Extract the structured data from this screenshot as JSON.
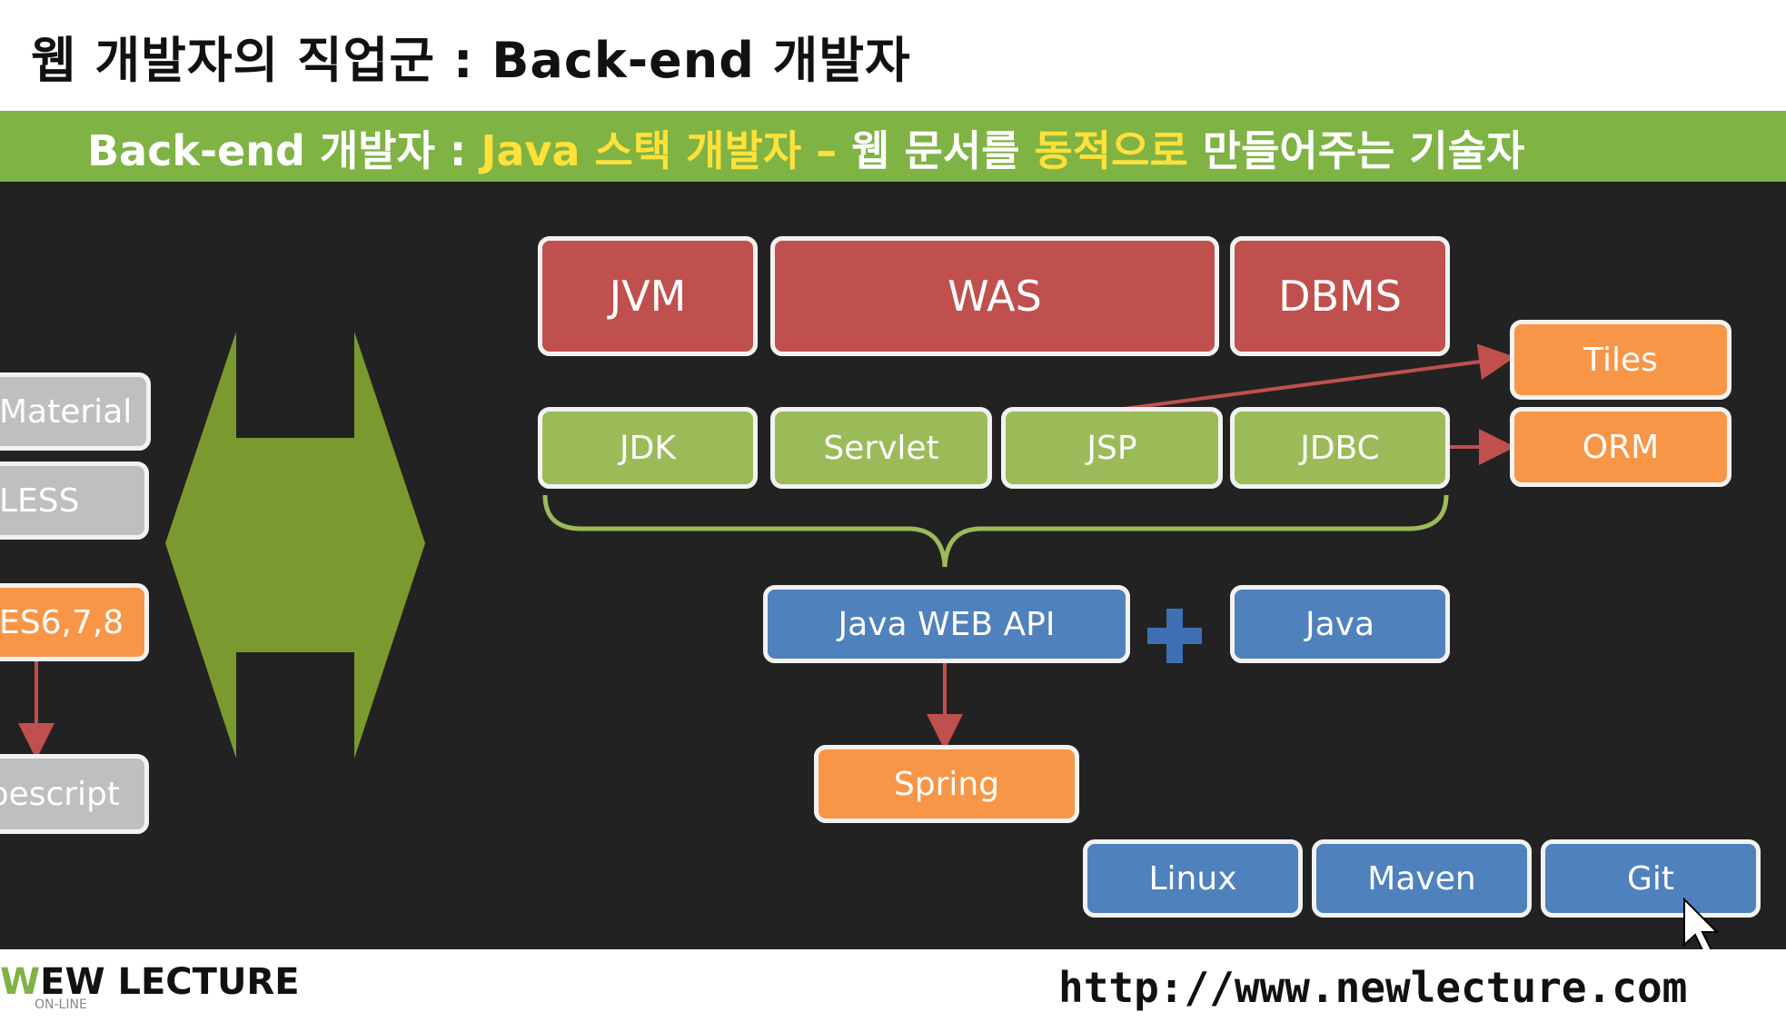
{
  "header": {
    "title": "웹 개발자의 직업군 : Back-end 개발자"
  },
  "banner": {
    "part1": "Back-end 개발자 : ",
    "part2": "Java 스택 개발자 – ",
    "part3": "웹 문서를 ",
    "part4": "동적으로",
    "part5": " 만들어주는 기술자"
  },
  "left_column": {
    "material": "Material",
    "less": "LESS",
    "es": "ES6,7,8",
    "typescript": "Typescript"
  },
  "top_row": {
    "jvm": "JVM",
    "was": "WAS",
    "dbms": "DBMS"
  },
  "second_row": {
    "jdk": "JDK",
    "servlet": "Servlet",
    "jsp": "JSP",
    "jdbc": "JDBC"
  },
  "right_column": {
    "tiles": "Tiles",
    "orm": "ORM"
  },
  "api_row": {
    "java_web_api": "Java WEB API",
    "java": "Java"
  },
  "spring": "Spring",
  "tools": {
    "linux": "Linux",
    "maven": "Maven",
    "git": "Git"
  },
  "footer": {
    "logo_w": "W",
    "logo_rest": "EW LECTURE",
    "logo_sub": "ON-LINE",
    "url": "http://www.newlecture.com"
  },
  "colors": {
    "red": "#c0504d",
    "green": "#9bbb59",
    "orange": "#f79646",
    "blue": "#4f81bd",
    "gray": "#bfbfbf",
    "banner": "#7fb344",
    "highlight": "#ffe13a"
  }
}
